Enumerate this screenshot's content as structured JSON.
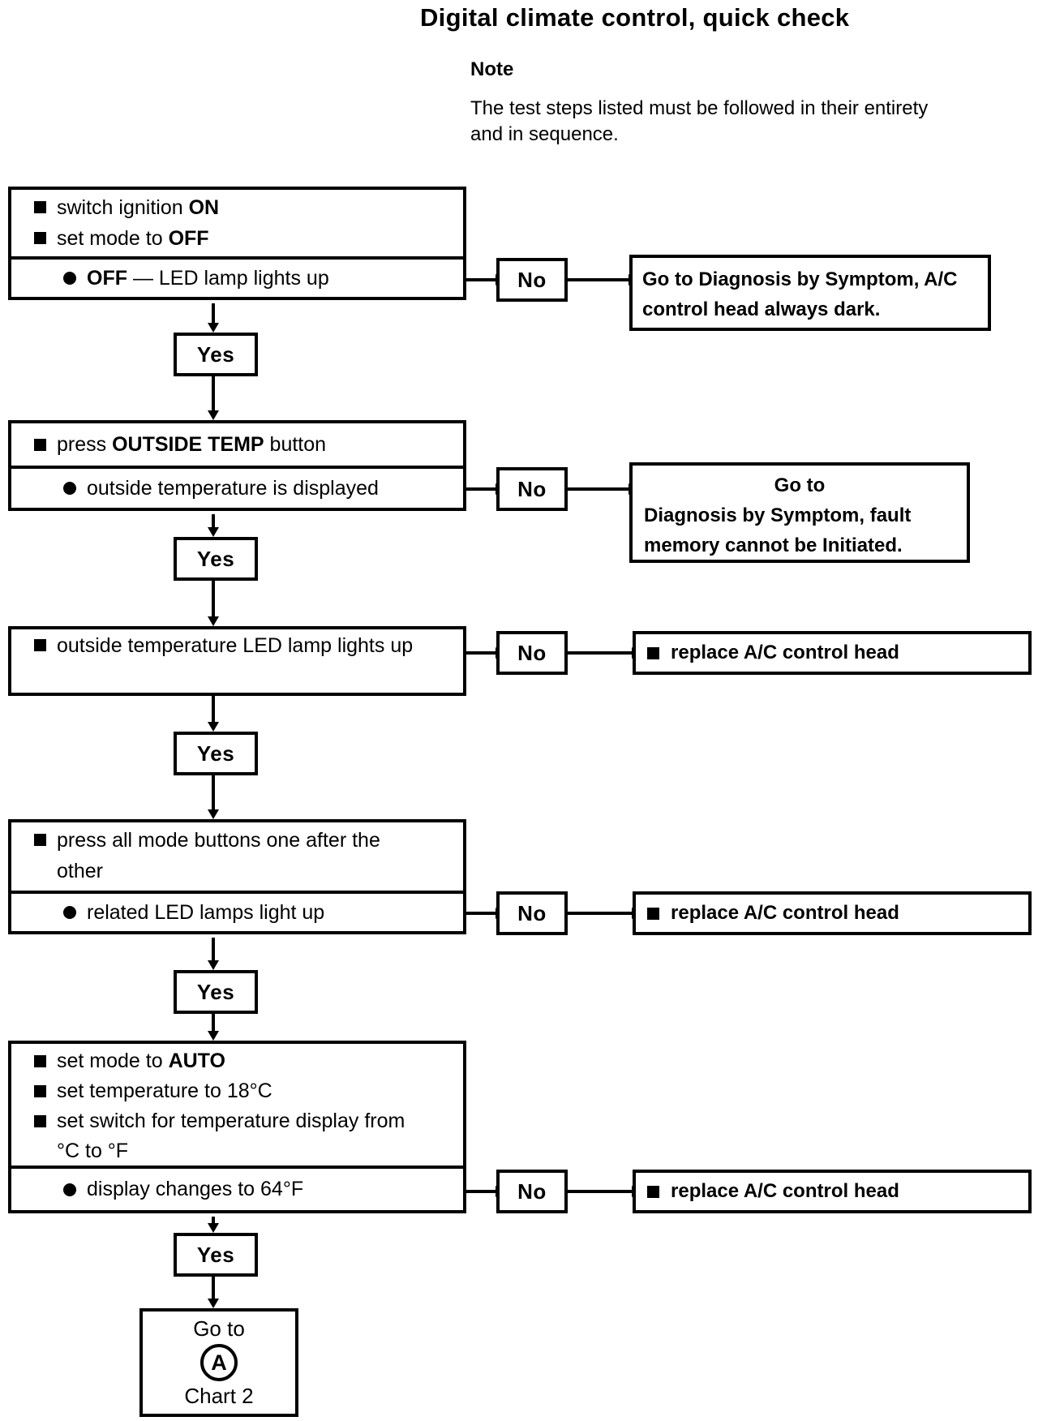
{
  "title": "Digital climate control, quick check",
  "note": {
    "label": "Note",
    "text": "The test steps listed must be followed in their entirety and in sequence."
  },
  "labels": {
    "yes": "Yes",
    "no": "No"
  },
  "colors": {
    "ink": "#000000",
    "paper": "#ffffff"
  },
  "steps": {
    "s1": {
      "actions": [
        {
          "pre": "switch ignition ",
          "bold": "ON",
          "post": ""
        },
        {
          "pre": "set mode to ",
          "bold": "OFF",
          "post": ""
        }
      ],
      "check": {
        "pre": "",
        "bold": "OFF",
        "post": " — LED lamp lights up"
      },
      "no_text": "Go to Diagnosis by Symptom, A/C control head always dark."
    },
    "s2": {
      "action": {
        "pre": "press ",
        "bold": "OUTSIDE TEMP",
        "post": " button"
      },
      "check": {
        "pre": "outside temperature is displayed",
        "bold": "",
        "post": ""
      },
      "no_line1": "Go to",
      "no_line2": "Diagnosis by Symptom, fault memory cannot be Initiated."
    },
    "s3": {
      "check": {
        "pre": "outside temperature LED lamp lights up",
        "bold": "",
        "post": ""
      },
      "no_text": "replace A/C control head"
    },
    "s4": {
      "action": {
        "pre": "press all mode buttons one after the other",
        "bold": "",
        "post": ""
      },
      "check": {
        "pre": "related LED lamps light up",
        "bold": "",
        "post": ""
      },
      "no_text": "replace A/C control head"
    },
    "s5": {
      "actions": [
        {
          "pre": "set mode to ",
          "bold": "AUTO",
          "post": ""
        },
        {
          "pre": "set temperature to 18°C",
          "bold": "",
          "post": ""
        },
        {
          "pre": "set switch for temperature display from °C to °F",
          "bold": "",
          "post": ""
        }
      ],
      "check": {
        "pre": "display changes to 64°F",
        "bold": "",
        "post": ""
      },
      "no_text": "replace A/C control head"
    },
    "final": {
      "line1": "Go to",
      "badge": "A",
      "line2": "Chart 2"
    }
  }
}
